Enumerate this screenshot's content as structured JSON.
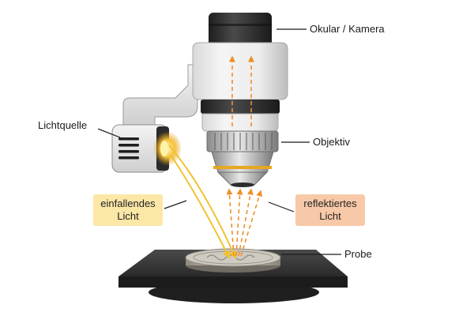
{
  "labels": {
    "eyepiece": "Okular / Kamera",
    "light_source": "Lichtquelle",
    "objective": "Objektiv",
    "incident_light_line1": "einfallendes",
    "incident_light_line2": "Licht",
    "reflected_light_line1": "reflektiertes",
    "reflected_light_line2": "Licht",
    "sample": "Probe"
  },
  "colors": {
    "incident_box": "#fbe7a6",
    "reflected_box": "#f8c9a8",
    "incident_ray": "#f2c230",
    "reflected_ray": "#ee8f2a",
    "objective_ring": "#e6a820",
    "stage": "#3a3a3a",
    "sample": "#b9b4aa"
  }
}
